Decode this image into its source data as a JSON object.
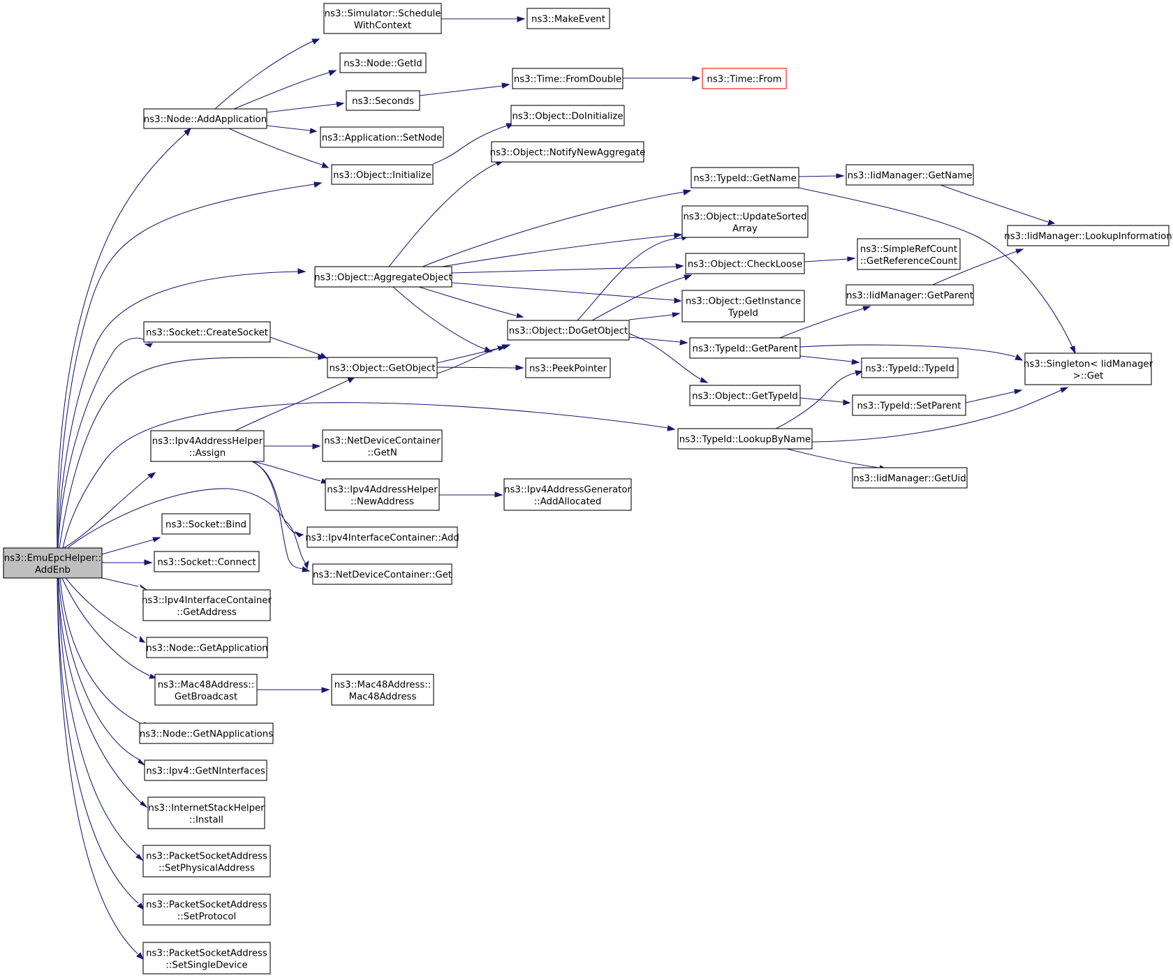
{
  "colors": {
    "edge": "#191970",
    "root_fill": "#bfbfbf",
    "truncated_border": "#ff0000",
    "node_border": "#000000",
    "background": "#ffffff"
  },
  "nodes": {
    "root": {
      "lines": [
        "ns3::EmuEpcHelper::",
        "AddEnb"
      ]
    },
    "schedule": {
      "lines": [
        "ns3::Simulator::Schedule",
        "WithContext"
      ]
    },
    "makeevent": {
      "lines": [
        "ns3::MakeEvent"
      ]
    },
    "getid": {
      "lines": [
        "ns3::Node::GetId"
      ]
    },
    "seconds": {
      "lines": [
        "ns3::Seconds"
      ]
    },
    "fromdouble": {
      "lines": [
        "ns3::Time::FromDouble"
      ]
    },
    "timefrom": {
      "lines": [
        "ns3::Time::From"
      ]
    },
    "addapp": {
      "lines": [
        "ns3::Node::AddApplication"
      ]
    },
    "setnode": {
      "lines": [
        "ns3::Application::SetNode"
      ]
    },
    "doinit": {
      "lines": [
        "ns3::Object::DoInitialize"
      ]
    },
    "notify": {
      "lines": [
        "ns3::Object::NotifyNewAggregate"
      ]
    },
    "initialize": {
      "lines": [
        "ns3::Object::Initialize"
      ]
    },
    "tgetname": {
      "lines": [
        "ns3::TypeId::GetName"
      ]
    },
    "iidgetname": {
      "lines": [
        "ns3::IidManager::GetName"
      ]
    },
    "updsorted": {
      "lines": [
        "ns3::Object::UpdateSorted",
        "Array"
      ]
    },
    "lookupinfo": {
      "lines": [
        "ns3::IidManager::LookupInformation"
      ]
    },
    "aggregate": {
      "lines": [
        "ns3::Object::AggregateObject"
      ]
    },
    "checkloose": {
      "lines": [
        "ns3::Object::CheckLoose"
      ]
    },
    "simpleref": {
      "lines": [
        "ns3::SimpleRefCount",
        "::GetReferenceCount"
      ]
    },
    "getinstance": {
      "lines": [
        "ns3::Object::GetInstance",
        "TypeId"
      ]
    },
    "iidgetparent": {
      "lines": [
        "ns3::IidManager::GetParent"
      ]
    },
    "createsocket": {
      "lines": [
        "ns3::Socket::CreateSocket"
      ]
    },
    "dogetobject": {
      "lines": [
        "ns3::Object::DoGetObject"
      ]
    },
    "tgetparent": {
      "lines": [
        "ns3::TypeId::GetParent"
      ]
    },
    "singleton": {
      "lines": [
        "ns3::Singleton< IidManager",
        ">::Get"
      ]
    },
    "getobject": {
      "lines": [
        "ns3::Object::GetObject"
      ]
    },
    "peekpointer": {
      "lines": [
        "ns3::PeekPointer"
      ]
    },
    "typeidctor": {
      "lines": [
        "ns3::TypeId::TypeId"
      ]
    },
    "gettypeid": {
      "lines": [
        "ns3::Object::GetTypeId"
      ]
    },
    "setparent": {
      "lines": [
        "ns3::TypeId::SetParent"
      ]
    },
    "assign": {
      "lines": [
        "ns3::Ipv4AddressHelper",
        "::Assign"
      ]
    },
    "ndcgetn": {
      "lines": [
        "ns3::NetDeviceContainer",
        "::GetN"
      ]
    },
    "lookupbyname": {
      "lines": [
        "ns3::TypeId::LookupByName"
      ]
    },
    "getuid": {
      "lines": [
        "ns3::IidManager::GetUid"
      ]
    },
    "newaddress": {
      "lines": [
        "ns3::Ipv4AddressHelper",
        "::NewAddress"
      ]
    },
    "addalloc": {
      "lines": [
        "ns3::Ipv4AddressGenerator",
        "::AddAllocated"
      ]
    },
    "bind": {
      "lines": [
        "ns3::Socket::Bind"
      ]
    },
    "iicadd": {
      "lines": [
        "ns3::Ipv4InterfaceContainer::Add"
      ]
    },
    "connect": {
      "lines": [
        "ns3::Socket::Connect"
      ]
    },
    "ndcget": {
      "lines": [
        "ns3::NetDeviceContainer::Get"
      ]
    },
    "iicgetaddr": {
      "lines": [
        "ns3::Ipv4InterfaceContainer",
        "::GetAddress"
      ]
    },
    "getapp": {
      "lines": [
        "ns3::Node::GetApplication"
      ]
    },
    "getbcast": {
      "lines": [
        "ns3::Mac48Address::",
        "GetBroadcast"
      ]
    },
    "mac48": {
      "lines": [
        "ns3::Mac48Address::",
        "Mac48Address"
      ]
    },
    "getnapps": {
      "lines": [
        "ns3::Node::GetNApplications"
      ]
    },
    "getnif": {
      "lines": [
        "ns3::Ipv4::GetNInterfaces"
      ]
    },
    "install": {
      "lines": [
        "ns3::InternetStackHelper",
        "::Install"
      ]
    },
    "setphys": {
      "lines": [
        "ns3::PacketSocketAddress",
        "::SetPhysicalAddress"
      ]
    },
    "setproto": {
      "lines": [
        "ns3::PacketSocketAddress",
        "::SetProtocol"
      ]
    },
    "setsingle": {
      "lines": [
        "ns3::PacketSocketAddress",
        "::SetSingleDevice"
      ]
    }
  }
}
